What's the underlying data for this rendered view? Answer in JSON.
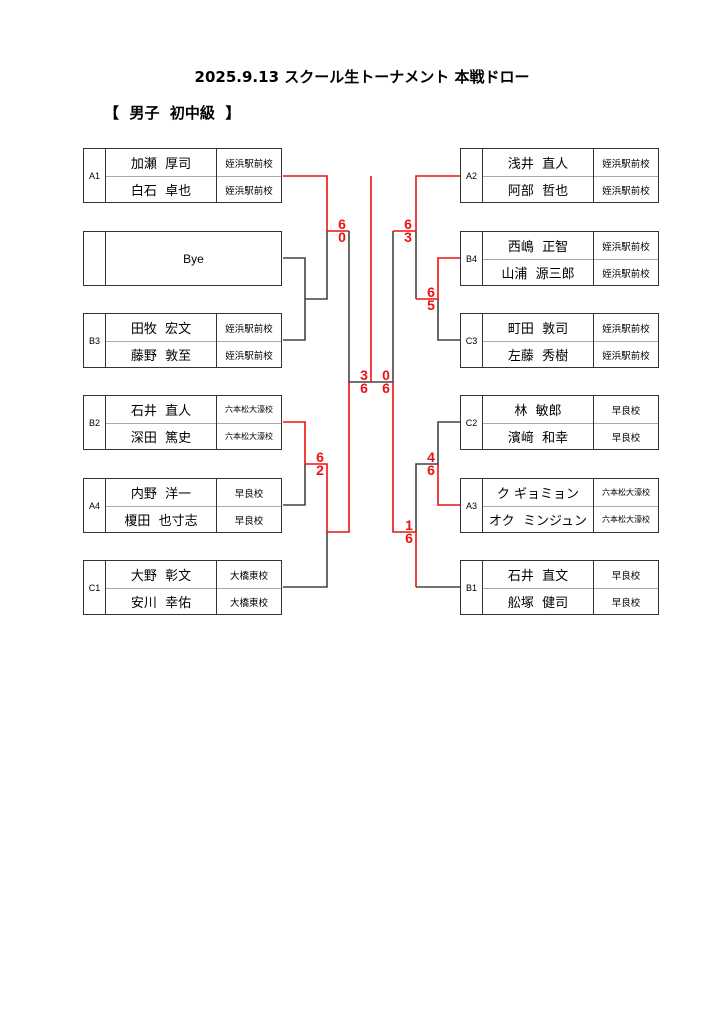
{
  "title": "2025.9.13 スクール生トーナメント 本戦ドロー",
  "category": "【  男子  初中級  】",
  "colors": {
    "winner_line": "#ee1111",
    "line": "#444444",
    "score": "#ee1111"
  },
  "left": [
    {
      "seed": "A1",
      "players": [
        {
          "name": "加瀬  厚司",
          "school": "姪浜駅前校"
        },
        {
          "name": "白石  卓也",
          "school": "姪浜駅前校"
        }
      ]
    },
    {
      "seed": "",
      "bye": "Bye"
    },
    {
      "seed": "B3",
      "players": [
        {
          "name": "田牧  宏文",
          "school": "姪浜駅前校"
        },
        {
          "name": "藤野  敦至",
          "school": "姪浜駅前校"
        }
      ]
    },
    {
      "seed": "B2",
      "players": [
        {
          "name": "石井  直人",
          "school": "六本松大濠校"
        },
        {
          "name": "深田  篤史",
          "school": "六本松大濠校"
        }
      ]
    },
    {
      "seed": "A4",
      "players": [
        {
          "name": "内野  洋一",
          "school": "早良校"
        },
        {
          "name": "榎田  也寸志",
          "school": "早良校"
        }
      ]
    },
    {
      "seed": "C1",
      "players": [
        {
          "name": "大野  彰文",
          "school": "大橋東校"
        },
        {
          "name": "安川  幸佑",
          "school": "大橋東校"
        }
      ]
    }
  ],
  "right": [
    {
      "seed": "A2",
      "players": [
        {
          "name": "浅井  直人",
          "school": "姪浜駅前校"
        },
        {
          "name": "阿部  哲也",
          "school": "姪浜駅前校"
        }
      ]
    },
    {
      "seed": "B4",
      "players": [
        {
          "name": "西嶋  正智",
          "school": "姪浜駅前校"
        },
        {
          "name": "山浦  源三郎",
          "school": "姪浜駅前校"
        }
      ]
    },
    {
      "seed": "C3",
      "players": [
        {
          "name": "町田  敦司",
          "school": "姪浜駅前校"
        },
        {
          "name": "左藤  秀樹",
          "school": "姪浜駅前校"
        }
      ]
    },
    {
      "seed": "C2",
      "players": [
        {
          "name": "林  敏郎",
          "school": "早良校"
        },
        {
          "name": "濱﨑  和幸",
          "school": "早良校"
        }
      ]
    },
    {
      "seed": "A3",
      "players": [
        {
          "name": "ク ギョミョン",
          "school": "六本松大濠校"
        },
        {
          "name": "オク  ミンジュン",
          "school": "六本松大濠校"
        }
      ]
    },
    {
      "seed": "B1",
      "players": [
        {
          "name": "石井  直文",
          "school": "早良校"
        },
        {
          "name": "舩塚  健司",
          "school": "早良校"
        }
      ]
    }
  ],
  "scores": {
    "left_qf1": [
      "6",
      "0"
    ],
    "left_qf2": [
      "6",
      "2"
    ],
    "left_sf": [
      "3",
      "6"
    ],
    "right_r1": [
      "6",
      "5"
    ],
    "right_qf1": [
      "6",
      "3"
    ],
    "right_r2": [
      "4",
      "6"
    ],
    "right_qf2": [
      "1",
      "6"
    ],
    "right_sf": [
      "0",
      "6"
    ]
  }
}
